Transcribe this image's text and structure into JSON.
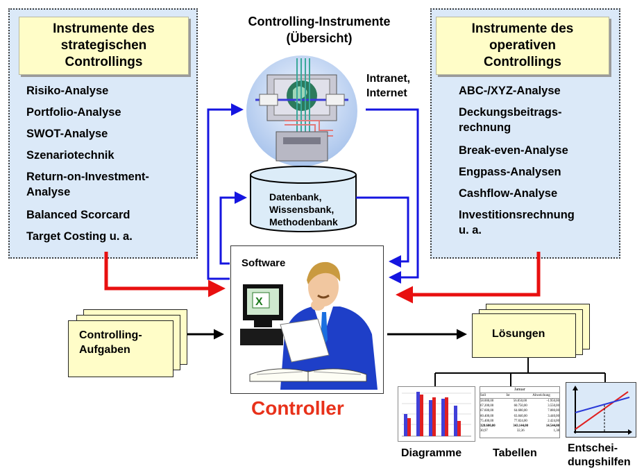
{
  "title": {
    "line1": "Controlling-Instrumente",
    "line2": "(Übersicht)"
  },
  "intranet_label": {
    "line1": "Intranet,",
    "line2": "Internet"
  },
  "strategic": {
    "title_lines": [
      "Instrumente des",
      "strategischen",
      "Controllings"
    ],
    "items": [
      "Risiko-Analyse",
      "Portfolio-Analyse",
      "SWOT-Analyse",
      "Szenariotechnik",
      "Return-on-Investment-",
      "Analyse",
      "Balanced Scorcard",
      "Target Costing u. a."
    ]
  },
  "operative": {
    "title_lines": [
      "Instrumente des",
      "operativen",
      "Controllings"
    ],
    "items": [
      "ABC-/XYZ-Analyse",
      "Deckungsbeitrags-",
      "rechnung",
      "Break-even-Analyse",
      "Engpass-Analysen",
      "Cashflow-Analyse",
      "Investitionsrechnung",
      "u. a."
    ]
  },
  "database": {
    "lines": [
      "Datenbank,",
      "Wissensbank,",
      "Methodenbank"
    ]
  },
  "software_label": "Software",
  "controller_label": "Controller",
  "tasks": {
    "lines": [
      "Controlling-",
      "Aufgaben"
    ]
  },
  "solutions_label": "Lösungen",
  "outputs": {
    "diagramme": "Diagramme",
    "tabellen": "Tabellen",
    "entscheidung_lines": [
      "Entschei-",
      "dungshilfen"
    ]
  },
  "mini_table": {
    "header": "Januar",
    "columns": [
      "Soll",
      "Ist",
      "Abweichung"
    ],
    "rows": [
      [
        "58.000,00",
        "56.050,00",
        "-1.950,00"
      ],
      [
        "67.200,00",
        "60.750,00",
        "3.550,00"
      ],
      [
        "67.600,00",
        "64.680,00",
        "7.080,00"
      ],
      [
        "60.400,00",
        "63.840,00",
        "3.440,00"
      ],
      [
        "75.400,00",
        "77.824,00",
        "2.424,00"
      ],
      [
        "328.600,00",
        "343.144,00",
        "14.544,00"
      ],
      [
        "30,97",
        "32,36",
        "1,38"
      ]
    ]
  },
  "colors": {
    "panel_bg": "#dbe9f8",
    "note_bg": "#fffdc8",
    "arrow_blue": "#1515e0",
    "arrow_red": "#e81010",
    "controller_text": "#e8311a"
  },
  "icons": [
    "globe-network-icon",
    "database-cylinder-icon",
    "controller-person-icon",
    "mini-bar-chart-icon",
    "mini-table-icon",
    "decision-graph-icon"
  ]
}
